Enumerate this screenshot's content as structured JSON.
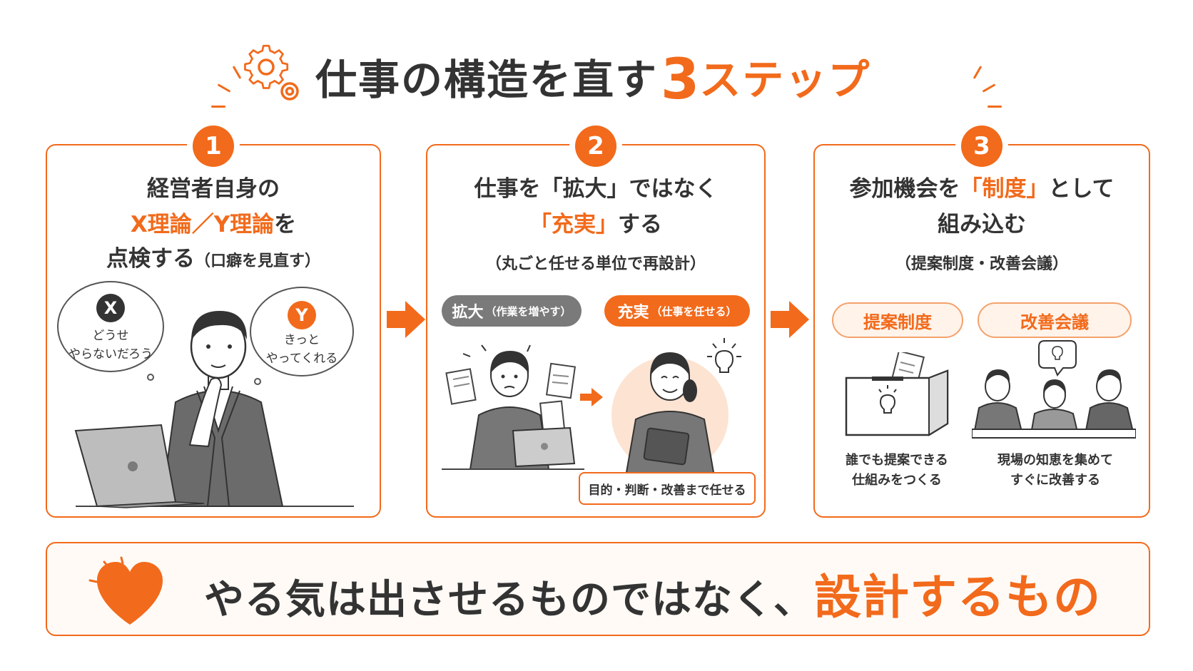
{
  "title": {
    "main": "仕事の構造を直す",
    "number": "3",
    "suffix": "ステップ"
  },
  "steps": [
    {
      "number": "1",
      "heading_line1": "経営者自身の",
      "heading_x": "X理論",
      "heading_slash": "／",
      "heading_y": "Y理論",
      "heading_wo": "を",
      "heading_line3": "点検する",
      "heading_paren": "（口癖を見直す）",
      "bubble_x": {
        "letter": "X",
        "line1": "どうせ",
        "line2": "やらないだろう"
      },
      "bubble_y": {
        "letter": "Y",
        "line1": "きっと",
        "line2": "やってくれる"
      }
    },
    {
      "number": "2",
      "heading_line1_pre": "仕事を「拡大」ではなく",
      "heading_line2_em": "「充実」",
      "heading_line2_post": "する",
      "sub": "（丸ごと任せる単位で再設計）",
      "pill_expand": {
        "label": "拡大",
        "note": "（作業を増やす）"
      },
      "pill_enrich": {
        "label": "充実",
        "note": "（仕事を任せる）"
      },
      "delegate": "目的・判断・改善まで任せる"
    },
    {
      "number": "3",
      "heading_line1_pre": "参加機会を",
      "heading_line1_em": "「制度」",
      "heading_line1_post": "として",
      "heading_line2": "組み込む",
      "sub": "（提案制度・改善会議）",
      "pill_a": "提案制度",
      "pill_b": "改善会議",
      "cap_a_line1": "誰でも提案できる",
      "cap_a_line2": "仕組みをつくる",
      "cap_b_line1": "現場の知恵を集めて",
      "cap_b_line2": "すぐに改善する"
    }
  ],
  "banner": {
    "main": "やる気は出させるものではなく、",
    "emphasis": "設計するもの"
  },
  "colors": {
    "accent": "#f26a1b",
    "text": "#333333",
    "gray_pill": "#7a7a7a"
  }
}
